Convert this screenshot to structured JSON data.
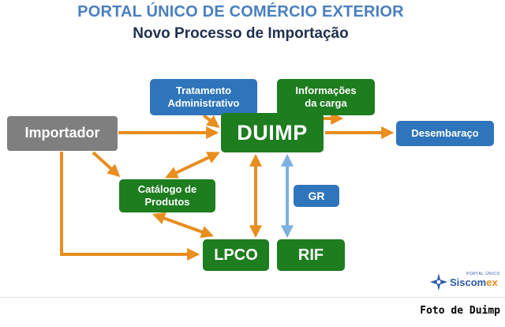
{
  "title": "PORTAL ÚNICO DE COMÉRCIO EXTERIOR",
  "subtitle": "Novo Processo de Importação",
  "nodes": {
    "tratamento": {
      "line1": "Tratamento",
      "line2": "Administrativo"
    },
    "informacoes": {
      "line1": "Informações",
      "line2": "da carga"
    },
    "importador": "Importador",
    "duimp": "DUIMP",
    "desembaraco": "Desembaraço",
    "catalogo": {
      "line1": "Catálogo de",
      "line2": "Produtos"
    },
    "gr": "GR",
    "lpco": "LPCO",
    "rif": "RIF"
  },
  "logo": {
    "small_text": "PORTAL ÚNICO",
    "word_main": "Siscom",
    "word_accent": "ex"
  },
  "caption": "Foto de Duimp",
  "colors": {
    "green": "#1d7d1f",
    "blue": "#2f75bb",
    "gray": "#7f7f7f",
    "orange_arrow": "#e88d1e",
    "blue_arrow": "#7fb0de",
    "title_blue": "#4a7fc0",
    "title_dark": "#1f3050"
  }
}
